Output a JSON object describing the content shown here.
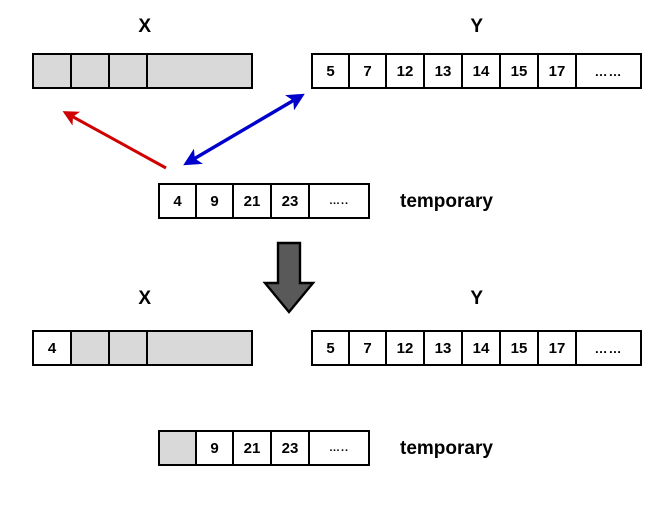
{
  "diagram": {
    "title_top_x": "X",
    "title_top_y": "Y",
    "title_bottom_x": "X",
    "title_bottom_y": "Y",
    "caption_temp_top": "temporary",
    "caption_temp_bottom": "temporary",
    "colors": {
      "cell_fill_empty": "#d9d9d9",
      "cell_fill_value": "#ffffff",
      "border": "#000000",
      "arrow_red": "#d00000",
      "arrow_blue": "#0000cc",
      "arrow_block": "#595959",
      "background": "#ffffff"
    },
    "arrays": {
      "top_x": {
        "name": "X",
        "cells": [
          {
            "value": "",
            "filled": false
          },
          {
            "value": "",
            "filled": false
          },
          {
            "value": "",
            "filled": false
          },
          {
            "value": "",
            "filled": false
          }
        ]
      },
      "top_y": {
        "name": "Y",
        "cells": [
          {
            "value": "5",
            "filled": true
          },
          {
            "value": "7",
            "filled": true
          },
          {
            "value": "12",
            "filled": true
          },
          {
            "value": "13",
            "filled": true
          },
          {
            "value": "14",
            "filled": true
          },
          {
            "value": "15",
            "filled": true
          },
          {
            "value": "17",
            "filled": true
          },
          {
            "value": "……",
            "filled": true
          }
        ]
      },
      "top_temp": {
        "name": "temporary",
        "cells": [
          {
            "value": "4",
            "filled": true
          },
          {
            "value": "9",
            "filled": true
          },
          {
            "value": "21",
            "filled": true
          },
          {
            "value": "23",
            "filled": true
          },
          {
            "value": "…..",
            "filled": true
          }
        ]
      },
      "bottom_x": {
        "name": "X",
        "cells": [
          {
            "value": "4",
            "filled": true
          },
          {
            "value": "",
            "filled": false
          },
          {
            "value": "",
            "filled": false
          },
          {
            "value": "",
            "filled": false
          }
        ]
      },
      "bottom_y": {
        "name": "Y",
        "cells": [
          {
            "value": "5",
            "filled": true
          },
          {
            "value": "7",
            "filled": true
          },
          {
            "value": "12",
            "filled": true
          },
          {
            "value": "13",
            "filled": true
          },
          {
            "value": "14",
            "filled": true
          },
          {
            "value": "15",
            "filled": true
          },
          {
            "value": "17",
            "filled": true
          },
          {
            "value": "……",
            "filled": true
          }
        ]
      },
      "bottom_temp": {
        "name": "temporary",
        "cells": [
          {
            "value": "",
            "filled": false
          },
          {
            "value": "9",
            "filled": true
          },
          {
            "value": "21",
            "filled": true
          },
          {
            "value": "23",
            "filled": true
          },
          {
            "value": "…..",
            "filled": true
          }
        ]
      }
    },
    "annotations": {
      "red_arrow": "copy-from-temporary-to-x",
      "blue_arrow": "compare-y-with-temporary",
      "block_arrow": "step-transition-down"
    }
  }
}
